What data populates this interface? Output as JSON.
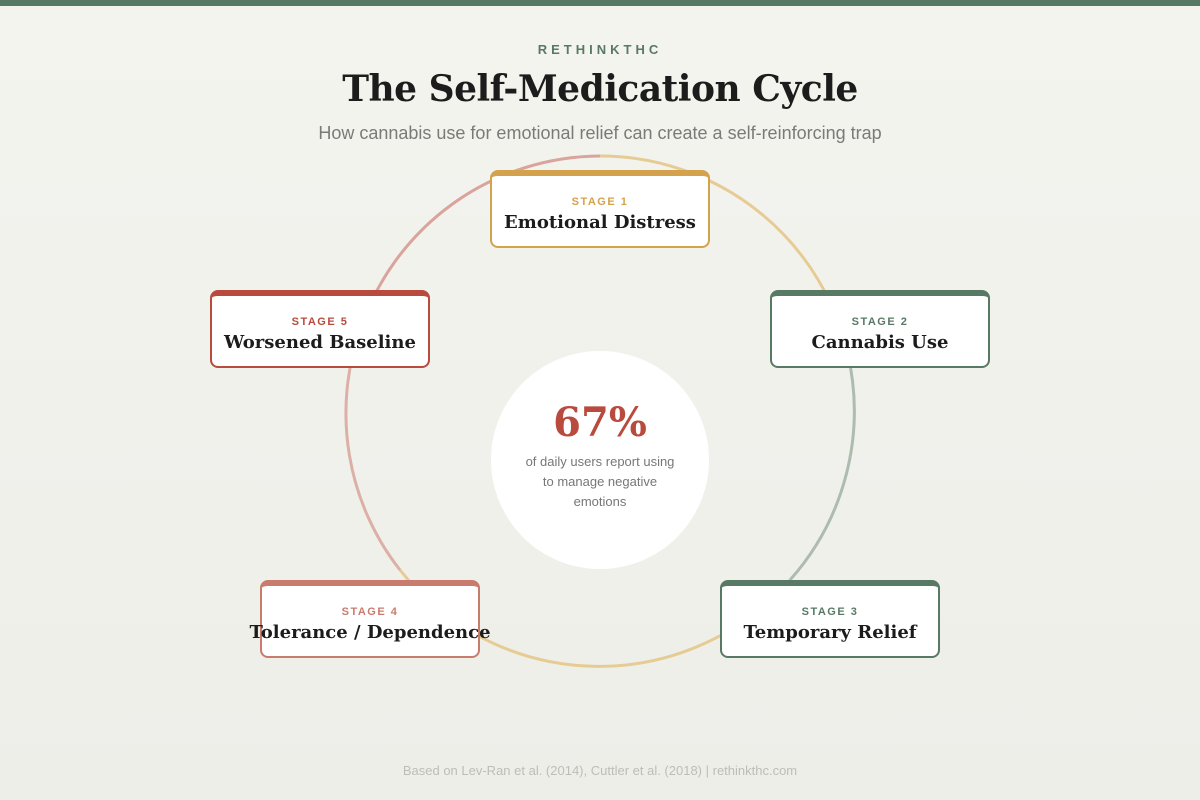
{
  "brand": "RETHINKTHC",
  "title": "The Self-Medication Cycle",
  "subtitle": "How cannabis use for emotional relief can create a self-reinforcing trap",
  "stat": {
    "value": "67%",
    "description": "of daily users report using to manage negative emotions"
  },
  "stages": [
    {
      "label": "STAGE 1",
      "name": "Emotional Distress",
      "color": "#d4a24c"
    },
    {
      "label": "STAGE 2",
      "name": "Cannabis Use",
      "color": "#587a64"
    },
    {
      "label": "STAGE 3",
      "name": "Temporary Relief",
      "color": "#587a64"
    },
    {
      "label": "STAGE 4",
      "name": "Tolerance / Dependence",
      "color": "#c97b6e"
    },
    {
      "label": "STAGE 5",
      "name": "Worsened Baseline",
      "color": "#b94a3e"
    }
  ],
  "footer": "Based on Lev-Ran et al. (2014), Cuttler et al. (2018) | rethinkthc.com"
}
